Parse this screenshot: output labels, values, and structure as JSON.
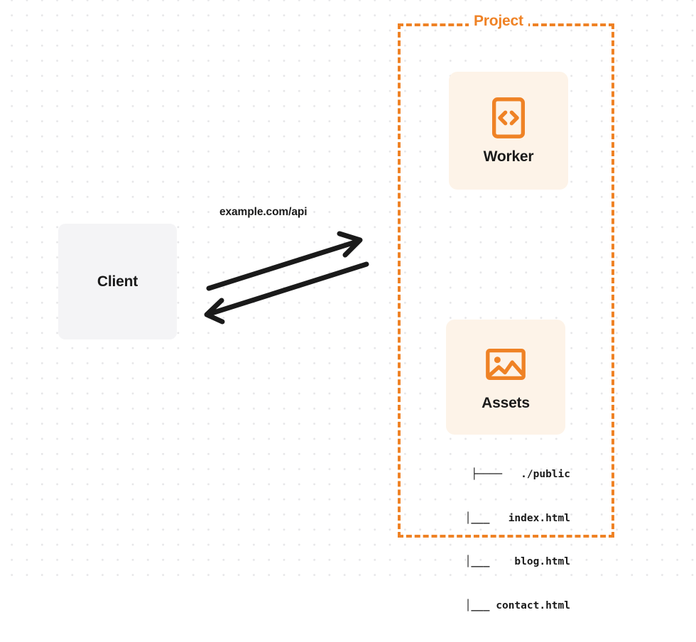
{
  "diagram": {
    "type": "architecture-flow",
    "background": "dotted-grid",
    "colors": {
      "accent_orange": "#ef8225",
      "card_background": "#fdf3e8",
      "client_background": "#f4f4f6",
      "text_dark": "#1a1a1a",
      "grid_dot": "#e6e6e8"
    }
  },
  "client": {
    "label": "Client"
  },
  "connection": {
    "label": "example.com/api",
    "request_arrow": "arrow-right-up",
    "response_arrow": "arrow-left-down"
  },
  "project": {
    "title": "Project",
    "border_style": "dashed",
    "services": [
      {
        "id": "worker",
        "label": "Worker",
        "icon": "code-brackets-icon"
      },
      {
        "id": "assets",
        "label": "Assets",
        "icon": "image-icon"
      }
    ],
    "file_tree": [
      {
        "branch": "├────",
        "name": "./public"
      },
      {
        "branch": "│___",
        "name": "index.html"
      },
      {
        "branch": "│___",
        "name": "blog.html"
      },
      {
        "branch": "│___",
        "name": "contact.html"
      }
    ],
    "file_tree_lines": [
      "├────   ./public",
      "  │___   index.html",
      "  │___    blog.html",
      "  │___ contact.html"
    ]
  }
}
